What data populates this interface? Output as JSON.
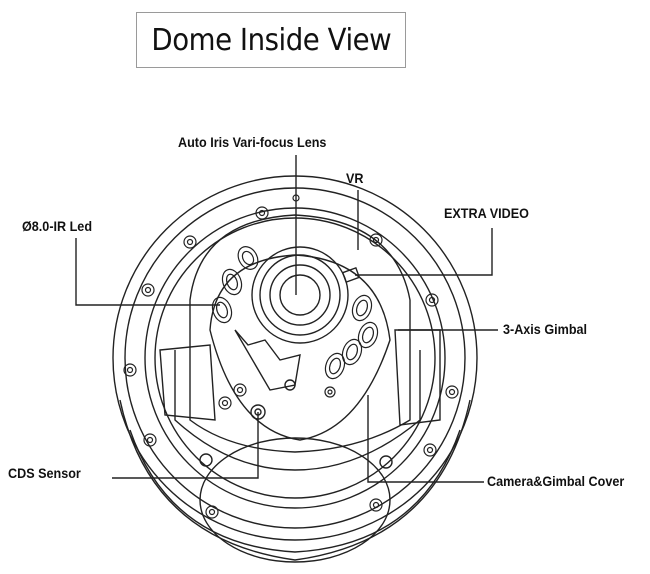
{
  "title": "Dome Inside View",
  "callouts": {
    "lens": "Auto Iris Vari-focus Lens",
    "vr": "VR",
    "ir_led": "Ø8.0-IR Led",
    "extra_video": "EXTRA VIDEO",
    "gimbal": "3-Axis Gimbal",
    "cds": "CDS Sensor",
    "cover": "Camera&Gimbal Cover"
  }
}
